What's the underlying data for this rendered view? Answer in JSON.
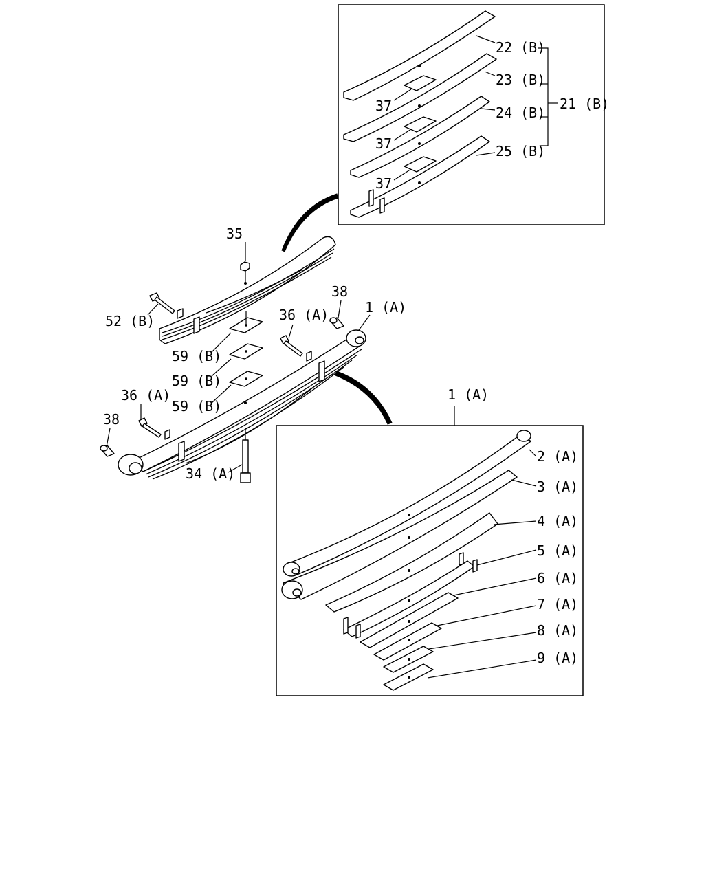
{
  "labels": {
    "l22b": "22 (B)",
    "l23b": "23 (B)",
    "l24b": "24 (B)",
    "l25b": "25 (B)",
    "l21b": "21 (B)",
    "l37a": "37",
    "l37b": "37",
    "l37c": "37",
    "l35": "35",
    "l38a": "38",
    "l1a_top": "1 (A)",
    "l36a_top": "36 (A)",
    "l52b": "52 (B)",
    "l59b_1": "59 (B)",
    "l59b_2": "59 (B)",
    "l59b_3": "59 (B)",
    "l36a_left": "36 (A)",
    "l38b": "38",
    "l34a": "34 (A)",
    "l1a_detail": "1 (A)",
    "l2a": "2 (A)",
    "l3a": "3 (A)",
    "l4a": "4 (A)",
    "l5a": "5 (A)",
    "l6a": "6 (A)",
    "l7a": "7 (A)",
    "l8a": "8 (A)",
    "l9a": "9 (A)"
  }
}
